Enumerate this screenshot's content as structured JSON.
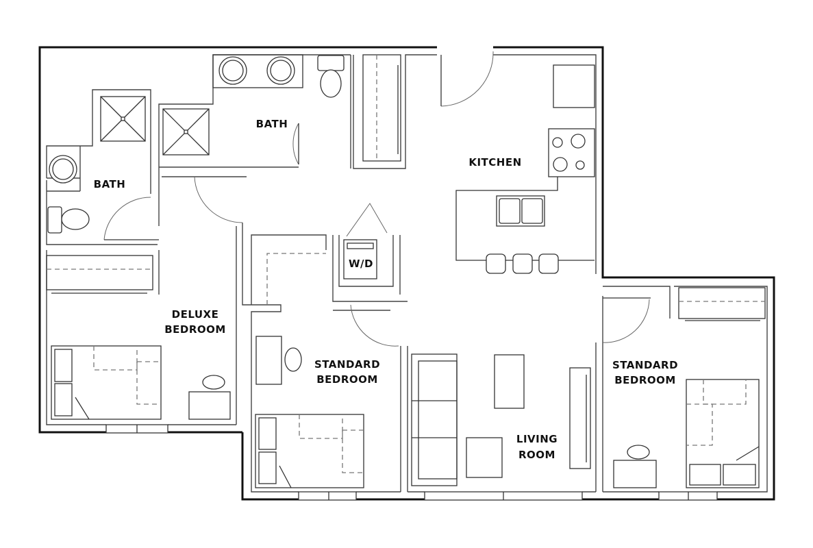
{
  "plan": {
    "rooms": [
      {
        "id": "bath-left",
        "label": "BATH"
      },
      {
        "id": "bath-top",
        "label": "BATH"
      },
      {
        "id": "kitchen",
        "label": "KITCHEN"
      },
      {
        "id": "wd",
        "label": "W/D"
      },
      {
        "id": "deluxe-bedroom",
        "label_line1": "DELUXE",
        "label_line2": "BEDROOM"
      },
      {
        "id": "standard-bedroom-center",
        "label_line1": "STANDARD",
        "label_line2": "BEDROOM"
      },
      {
        "id": "living-room",
        "label_line1": "LIVING",
        "label_line2": "ROOM"
      },
      {
        "id": "standard-bedroom-right",
        "label_line1": "STANDARD",
        "label_line2": "BEDROOM"
      }
    ],
    "colors": {
      "wall": "#111111",
      "line": "#444444",
      "background": "#ffffff"
    }
  }
}
